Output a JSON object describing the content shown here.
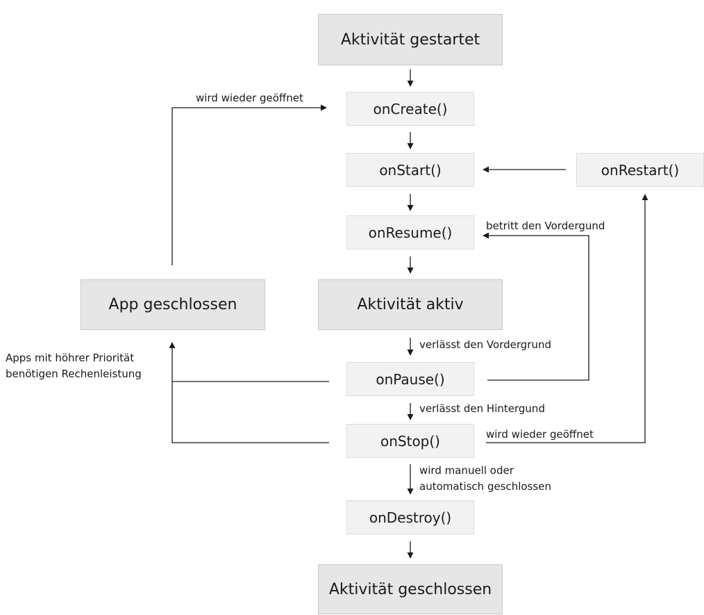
{
  "nodes": {
    "started": "Aktivität gestartet",
    "on_create": "onCreate()",
    "on_start": "onStart()",
    "on_restart": "onRestart()",
    "on_resume": "onResume()",
    "app_closed": "App geschlossen",
    "active": "Aktivität aktiv",
    "on_pause": "onPause()",
    "on_stop": "onStop()",
    "on_destroy": "onDestroy()",
    "closed": "Aktivität geschlossen"
  },
  "edge_labels": {
    "reopened_top": "wird wieder geöffnet",
    "enters_foreground": "betritt den Vordergund",
    "leaves_foreground": "verlässt den Vordergrund",
    "priority_line1": "Apps mit höhrer Priorität",
    "priority_line2": "benötigen Rechenleistung",
    "leaves_background": "verlässt den Hintergund",
    "reopened_right": "wird wieder geöffnet",
    "closed_line1": "wird manuell oder",
    "closed_line2": "automatisch geschlossen"
  }
}
